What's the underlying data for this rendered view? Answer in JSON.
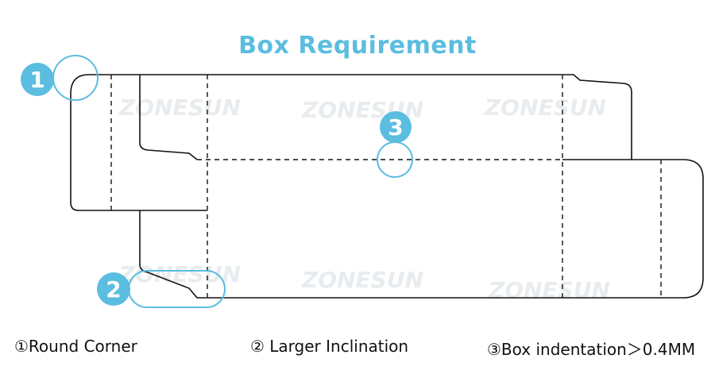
{
  "title": "Box Requirement",
  "watermark": "ZONESUN",
  "markers": [
    {
      "number": "1",
      "label": "①Round Corner"
    },
    {
      "number": "2",
      "label": "② Larger Inclination"
    },
    {
      "number": "3",
      "label": "③Box indentation＞0.4MM"
    }
  ],
  "colors": {
    "accent": "#5bbde0",
    "line": "#111111",
    "watermark": "#e8ecef"
  }
}
